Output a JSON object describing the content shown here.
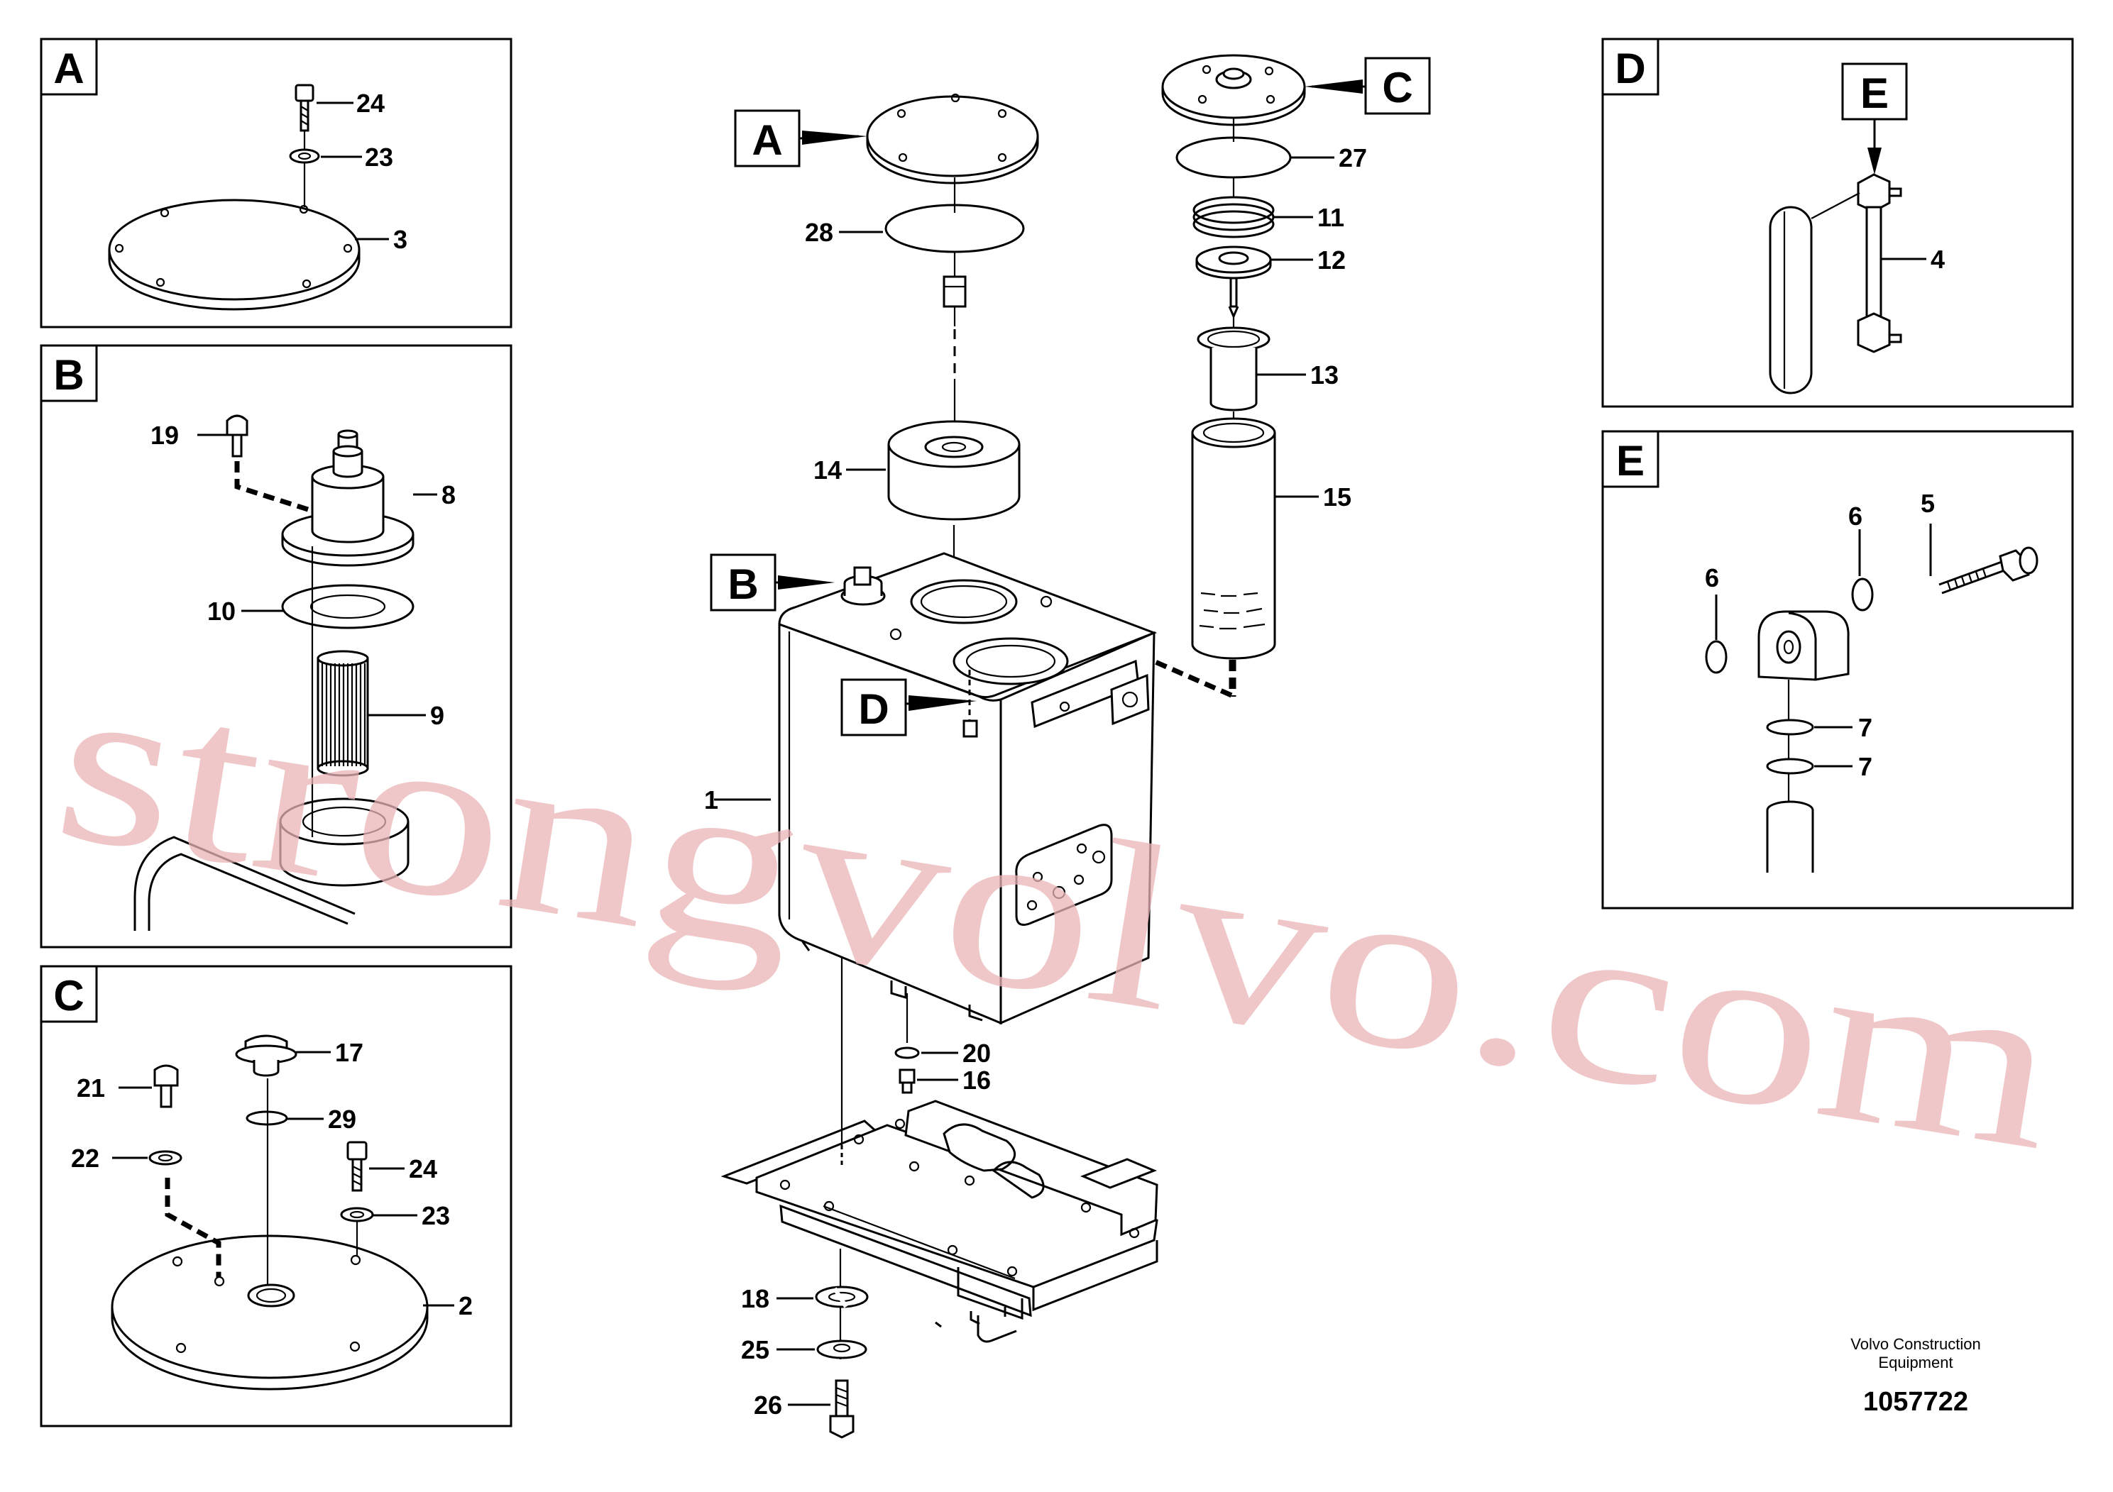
{
  "panels": {
    "A": {
      "tag": "A",
      "labels": {
        "p24": "24",
        "p23": "23",
        "p3": "3"
      }
    },
    "B": {
      "tag": "B",
      "labels": {
        "p19": "19",
        "p8": "8",
        "p10": "10",
        "p9": "9"
      }
    },
    "C": {
      "tag": "C",
      "labels": {
        "p17": "17",
        "p21": "21",
        "p29": "29",
        "p22": "22",
        "p24": "24",
        "p23": "23",
        "p2": "2"
      }
    },
    "D": {
      "tag": "D",
      "sub_tag": "E",
      "labels": {
        "p4": "4"
      }
    },
    "E": {
      "tag": "E",
      "labels": {
        "p5": "5",
        "p6a": "6",
        "p6b": "6",
        "p7a": "7",
        "p7b": "7"
      }
    }
  },
  "main": {
    "callouts": {
      "A": "A",
      "B": "B",
      "C": "C",
      "D": "D"
    },
    "labels": {
      "p28": "28",
      "p14": "14",
      "p27": "27",
      "p11": "11",
      "p12": "12",
      "p13": "13",
      "p15": "15",
      "p1": "1",
      "p20": "20",
      "p16": "16",
      "p18": "18",
      "p25": "25",
      "p26": "26"
    }
  },
  "footer": {
    "credit_line1": "Volvo Construction",
    "credit_line2": "Equipment",
    "doc_number": "1057722"
  },
  "watermark": "strongvolvo.com"
}
